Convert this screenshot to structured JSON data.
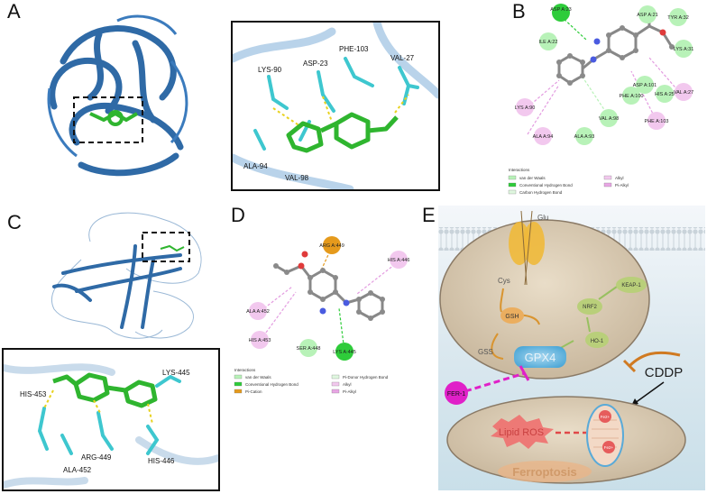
{
  "panels": {
    "A": {
      "letter": "A",
      "residues": [
        "LYS-90",
        "ASP-23",
        "PHE-103",
        "VAL-27",
        "ALA-94",
        "VAL-98"
      ]
    },
    "B": {
      "letter": "B",
      "residue_nodes": [
        {
          "text": "ASP A:23",
          "type": "hbond"
        },
        {
          "text": "ASP A:21",
          "type": "vdw"
        },
        {
          "text": "TYR A:32",
          "type": "vdw"
        },
        {
          "text": "ILE A:22",
          "type": "vdw"
        },
        {
          "text": "LYS A:31",
          "type": "vdw"
        },
        {
          "text": "ASP A:101",
          "type": "vdw"
        },
        {
          "text": "HIS A:25",
          "type": "vdw"
        },
        {
          "text": "VAL A:27",
          "type": "alkyl"
        },
        {
          "text": "PHE A:100",
          "type": "vdw"
        },
        {
          "text": "LYS A:90",
          "type": "alkyl"
        },
        {
          "text": "VAL A:98",
          "type": "vdw"
        },
        {
          "text": "PHE A:103",
          "type": "alkyl"
        },
        {
          "text": "ALA A:94",
          "type": "alkyl"
        },
        {
          "text": "ALA A:93",
          "type": "vdw"
        }
      ],
      "legend_title": "Interactions",
      "legend": [
        "van der Waals",
        "Conventional Hydrogen Bond",
        "Carbon Hydrogen Bond",
        "Alkyl",
        "Pi-Alkyl"
      ]
    },
    "C": {
      "letter": "C",
      "residues": [
        "LYS-445",
        "HIS-453",
        "ARG-449",
        "HIS-446",
        "ALA-452"
      ]
    },
    "D": {
      "letter": "D",
      "residue_nodes": [
        {
          "text": "ARG A:449",
          "type": "cation"
        },
        {
          "text": "HIS A:446",
          "type": "alkyl"
        },
        {
          "text": "ALA A:452",
          "type": "alkyl"
        },
        {
          "text": "HIS A:453",
          "type": "alkyl"
        },
        {
          "text": "SER A:448",
          "type": "vdw"
        },
        {
          "text": "LYS A:445",
          "type": "hbond"
        }
      ],
      "legend_title": "Interactions",
      "legend": [
        "van der Waals",
        "Conventional Hydrogen Bond",
        "Pi-Cation",
        "Pi-Donor Hydrogen Bond",
        "Alkyl",
        "Pi-Alkyl"
      ]
    },
    "E": {
      "letter": "E",
      "labels": {
        "glu": "Glu",
        "cys": "Cys",
        "keap1": "KEAP-1",
        "gsh": "GSH",
        "nrf2": "NRF2",
        "ho1": "HO-1",
        "gss": "GSS",
        "gpx4": "GPX4",
        "fer1": "FER-1",
        "cddp": "CDDP",
        "lipid_ros": "Lipid ROS",
        "fe_top": "Fe2+",
        "fe_bottom": "Fe2+",
        "ferroptosis": "Ferroptosis"
      }
    }
  },
  "colors": {
    "protein": "#2f6aa6",
    "ligand_green": "#2fb52f",
    "ligand_cyan": "#3ec7cf",
    "vdw": "#b8f2b8",
    "hbond": "#2ecc3a",
    "alkyl": "#f2c8ee",
    "cation": "#e59a1c",
    "gpx4": "#5bb6e0",
    "cddp_arrow": "#d07a22",
    "fer1": "#e020c8"
  }
}
